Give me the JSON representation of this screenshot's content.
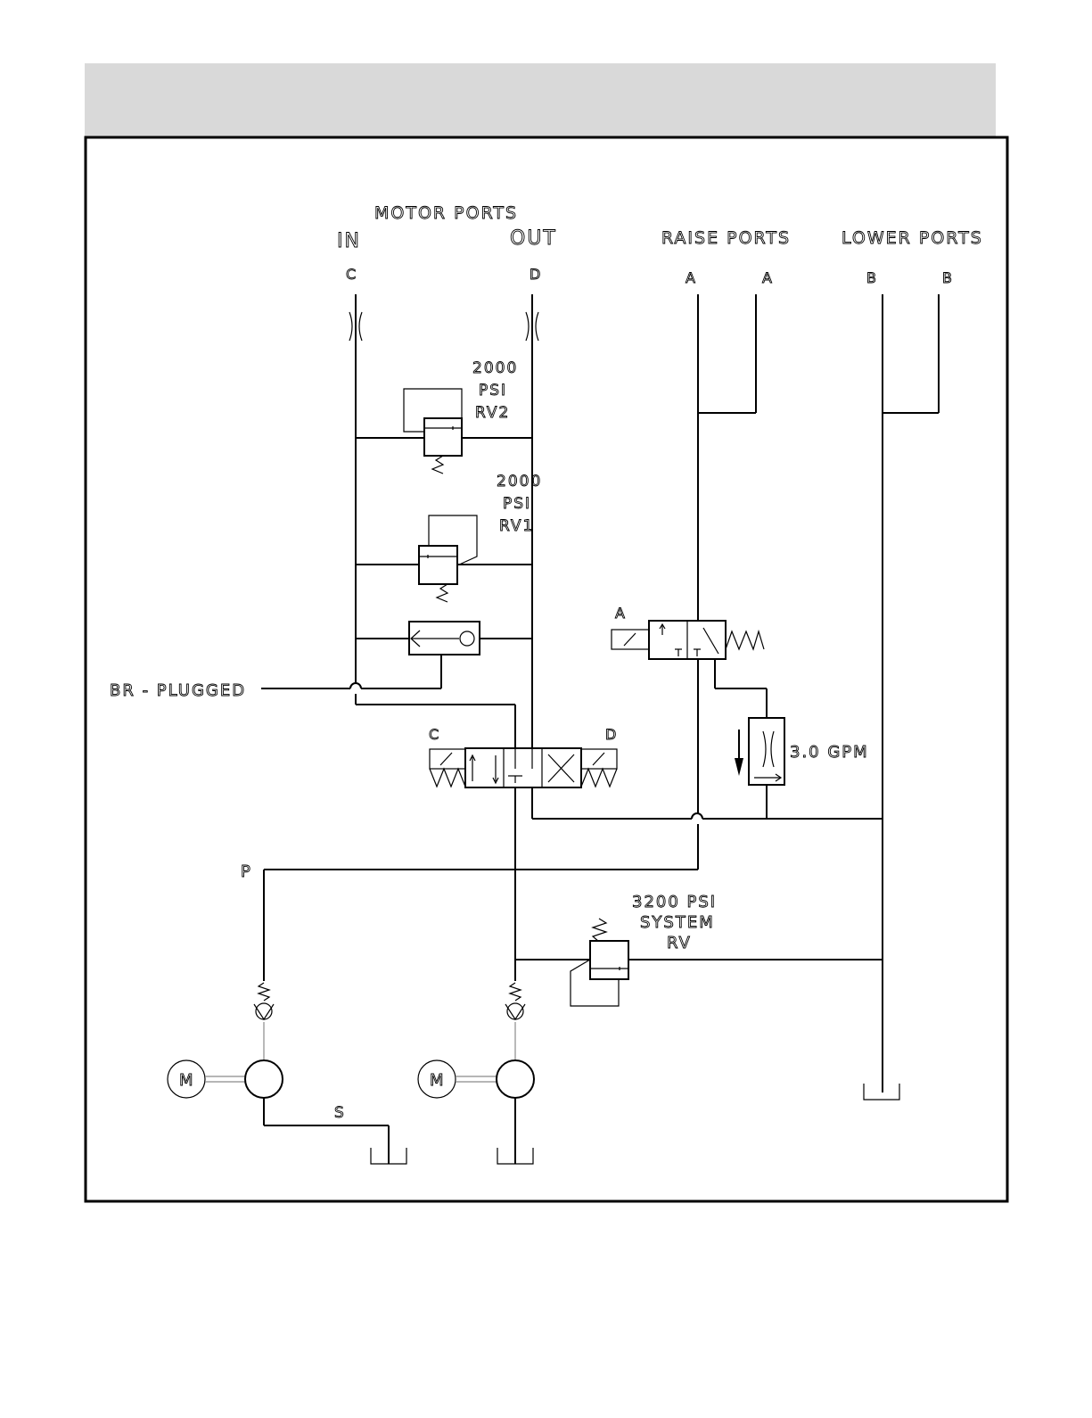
{
  "header_band_color": "#d9d9d9",
  "labels": {
    "motor_ports": "MOTOR PORTS",
    "in": "IN",
    "out": "OUT",
    "raise_ports": "RAISE PORTS",
    "lower_ports": "LOWER PORTS",
    "port_c": "C",
    "port_d": "D",
    "port_a1": "A",
    "port_a2": "A",
    "port_b1": "B",
    "port_b2": "B",
    "rv2_psi": "2000",
    "rv2_unit": "PSI",
    "rv2_name": "RV2",
    "rv1_psi": "2000",
    "rv1_unit": "PSI",
    "rv1_name": "RV1",
    "br_plugged": "BR - PLUGGED",
    "solenoid_a": "A",
    "solenoid_c": "C",
    "solenoid_d": "D",
    "flow": "3.0 GPM",
    "pressure_p": "P",
    "sys_psi": "3200 PSI",
    "sys_system": "SYSTEM",
    "sys_rv": "RV",
    "motor1": "M",
    "motor2": "M",
    "suction_s": "S"
  }
}
